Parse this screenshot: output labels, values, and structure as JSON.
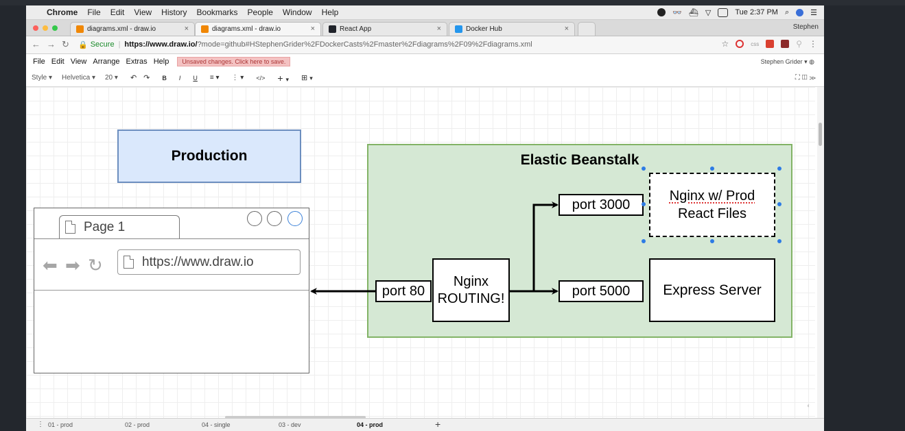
{
  "mac_menubar": {
    "app": "Chrome",
    "items": [
      "File",
      "Edit",
      "View",
      "History",
      "Bookmarks",
      "People",
      "Window",
      "Help"
    ],
    "clock": "Tue 2:37 PM"
  },
  "browser": {
    "tabs": [
      {
        "title": "diagrams.xml - draw.io",
        "favicon_color": "#f08705"
      },
      {
        "title": "diagrams.xml - draw.io",
        "favicon_color": "#f08705"
      },
      {
        "title": "React App",
        "favicon_color": "#20232a"
      },
      {
        "title": "Docker Hub",
        "favicon_color": "#2496ed"
      }
    ],
    "close_glyph": "×",
    "profile": "Stephen",
    "secure_label": "Secure",
    "url_host": "https://www.draw.io/",
    "url_rest": "?mode=github#HStephenGrider%2FDockerCasts%2Fmaster%2Fdiagrams%2F09%2Fdiagrams.xml"
  },
  "drawio": {
    "menu": [
      "File",
      "Edit",
      "View",
      "Arrange",
      "Extras",
      "Help"
    ],
    "unsaved_notice": "Unsaved changes. Click here to save.",
    "user": "Stephen Grider",
    "toolbar": {
      "style": "Style",
      "font": "Helvetica",
      "size": "20"
    }
  },
  "diagram": {
    "production": "Production",
    "elastic_beanstalk": "Elastic Beanstalk",
    "port_3000": "port 3000",
    "nginx_prod_line1": "Nginx w/ Prod",
    "nginx_prod_line2": "React Files",
    "port_80": "port 80",
    "nginx_routing_line1": "Nginx",
    "nginx_routing_line2": "ROUTING!",
    "port_5000": "port 5000",
    "express": "Express Server",
    "mock_tab": "Page 1",
    "mock_url": "https://www.draw.io"
  },
  "pages": [
    {
      "label": "01 - prod"
    },
    {
      "label": "02 - prod"
    },
    {
      "label": "04 - single"
    },
    {
      "label": "03 - dev"
    },
    {
      "label": "04 - prod",
      "active": true
    }
  ],
  "add_page_label": "+",
  "colors": {
    "production_fill": "#dae8fc",
    "production_stroke": "#6c8ebf",
    "eb_fill": "#d5e8d4",
    "eb_stroke": "#82b366",
    "selection_handle": "#2d7be5"
  }
}
